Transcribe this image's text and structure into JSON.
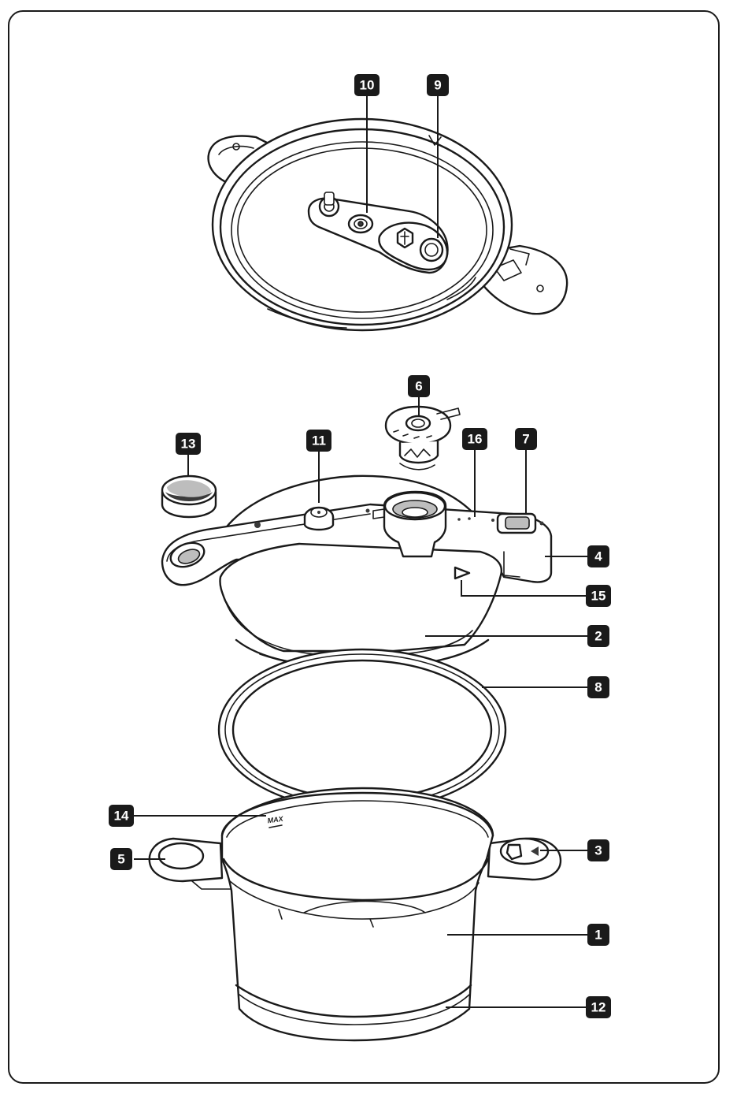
{
  "figure": {
    "max_mark": "MAX",
    "callouts": [
      {
        "id": "c10",
        "label": "10"
      },
      {
        "id": "c9",
        "label": "9"
      },
      {
        "id": "c6",
        "label": "6"
      },
      {
        "id": "c13",
        "label": "13"
      },
      {
        "id": "c11",
        "label": "11"
      },
      {
        "id": "c16",
        "label": "16"
      },
      {
        "id": "c7",
        "label": "7"
      },
      {
        "id": "c4",
        "label": "4"
      },
      {
        "id": "c15",
        "label": "15"
      },
      {
        "id": "c2",
        "label": "2"
      },
      {
        "id": "c8",
        "label": "8"
      },
      {
        "id": "c14",
        "label": "14"
      },
      {
        "id": "c5",
        "label": "5"
      },
      {
        "id": "c3",
        "label": "3"
      },
      {
        "id": "c1",
        "label": "1"
      },
      {
        "id": "c12",
        "label": "12"
      }
    ]
  }
}
